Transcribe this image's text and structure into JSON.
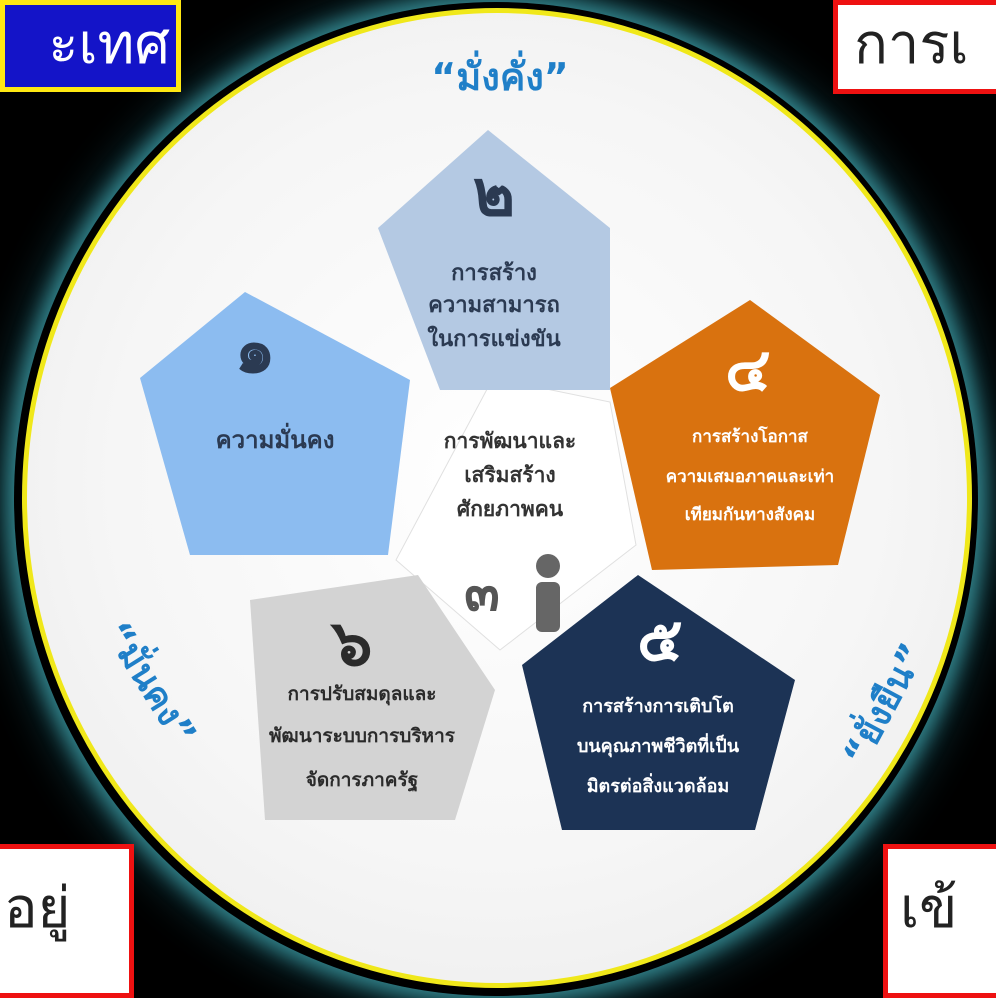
{
  "corners": {
    "top_left": "ะเทศ",
    "top_right": "การเ",
    "bottom_left": "อยู่",
    "bottom_right": "เข้"
  },
  "slogans": {
    "top": "“มั่งคั่ง”",
    "left": "“มั่นคง”",
    "right": "“ยั่งยืน”"
  },
  "center": {
    "lines": [
      "การพัฒนาและ",
      "เสริมสร้าง",
      "ศักยภาพคน"
    ],
    "number": "๓",
    "icon": "person-icon"
  },
  "pentagons": [
    {
      "number": "๑",
      "lines": [
        "ความมั่นคง"
      ],
      "color": "#8cbcf0",
      "text_color": "#2b3a52"
    },
    {
      "number": "๒",
      "lines": [
        "การสร้าง",
        "ความสามารถ",
        "ในการแข่งขัน"
      ],
      "color": "#b4c9e3",
      "text_color": "#2b3a52"
    },
    {
      "number": "๔",
      "lines": [
        "การสร้างโอกาส",
        "ความเสมอภาคและเท่า",
        "เทียมกันทางสังคม"
      ],
      "color": "#d9720f",
      "text_color": "#ffffff"
    },
    {
      "number": "๕",
      "lines": [
        "การสร้างการเติบโต",
        "บนคุณภาพชีวิตที่เป็น",
        "มิตรต่อสิ่งแวดล้อม"
      ],
      "color": "#1c3355",
      "text_color": "#ffffff"
    },
    {
      "number": "๖",
      "lines": [
        "การปรับสมดุลและ",
        "พัฒนาระบบการบริหาร",
        "จัดการภาครัฐ"
      ],
      "color": "#d3d3d3",
      "text_color": "#2b2b2b"
    }
  ]
}
